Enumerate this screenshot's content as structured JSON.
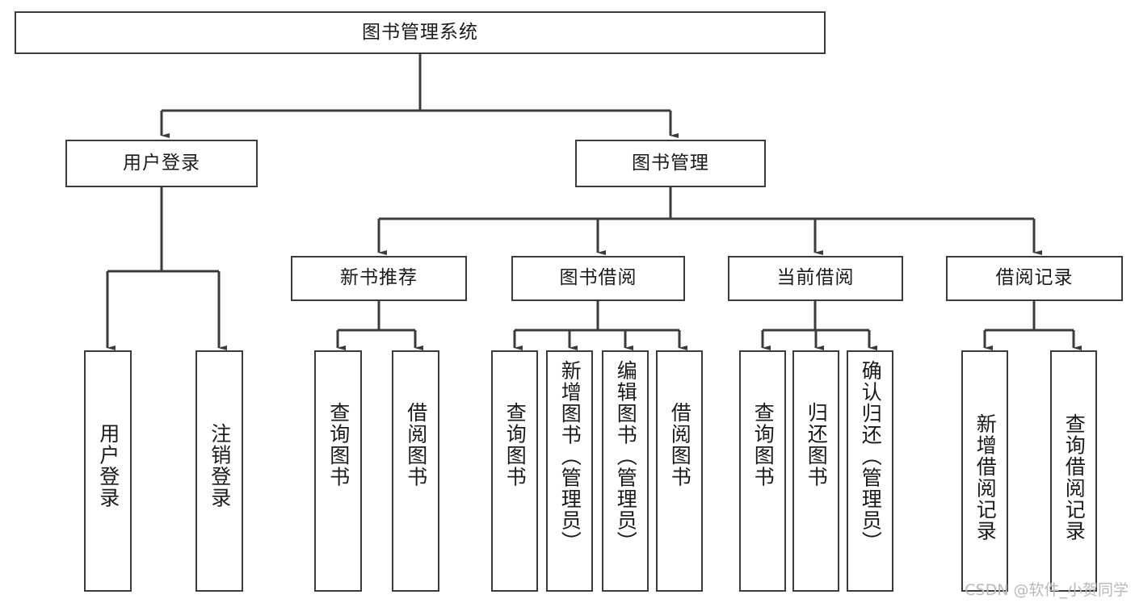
{
  "diagram": {
    "title": "图书管理系统",
    "type": "tree-hierarchy-chart",
    "colors": {
      "stroke": "#3b3b3b",
      "fill": "#ffffff",
      "text": "#1a1a1a",
      "watermark": "#b9b9b9"
    },
    "root": {
      "label": "图书管理系统"
    },
    "level2": [
      {
        "label": "用户登录"
      },
      {
        "label": "图书管理"
      }
    ],
    "level3": [
      {
        "label": "新书推荐"
      },
      {
        "label": "图书借阅"
      },
      {
        "label": "当前借阅"
      },
      {
        "label": "借阅记录"
      }
    ],
    "leaves": {
      "user_login": [
        {
          "label": "用户登录"
        },
        {
          "label": "注销登录"
        }
      ],
      "new_book_recommend": [
        {
          "label": "查询图书"
        },
        {
          "label": "借阅图书"
        }
      ],
      "book_borrow": [
        {
          "label": "查询图书"
        },
        {
          "label": "新增图书（管理员）"
        },
        {
          "label": "编辑图书（管理员）"
        },
        {
          "label": "借阅图书"
        }
      ],
      "current_borrow": [
        {
          "label": "查询图书"
        },
        {
          "label": "归还图书"
        },
        {
          "label": "确认归还（管理员）"
        }
      ],
      "borrow_record": [
        {
          "label": "新增借阅记录"
        },
        {
          "label": "查询借阅记录"
        }
      ]
    }
  },
  "watermark": {
    "text": "CSDN @软件_小贺同学"
  }
}
